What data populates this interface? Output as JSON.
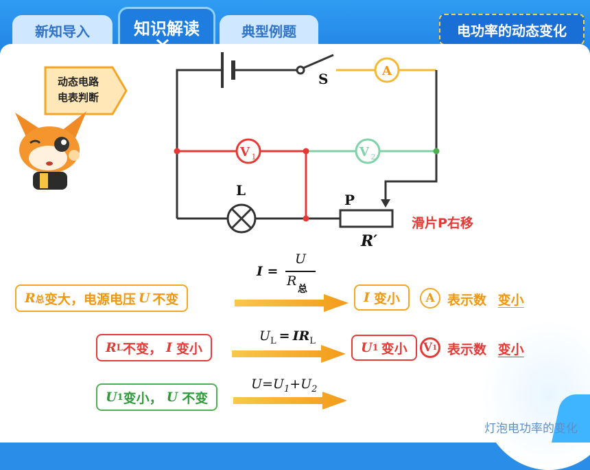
{
  "tabs": [
    {
      "label": "新知导入"
    },
    {
      "label": "知识解读"
    },
    {
      "label": "典型例题"
    }
  ],
  "topic": "电功率的动态变化",
  "sign": {
    "line1": "动态电路",
    "line2": "电表判断"
  },
  "circuit": {
    "switch_label": "S",
    "ammeter": "A",
    "v1": "V",
    "v1_sub": "1",
    "v2": "V",
    "v2_sub": "2",
    "lamp_label": "L",
    "slider_label": "P",
    "rheostat_label": "R′",
    "slider_note": "滑片P右移"
  },
  "rows": [
    {
      "formula": {
        "lhs": "I =",
        "num": "U",
        "den": "R",
        "den_sub": "总"
      },
      "cause": {
        "r": "R",
        "r_sub": "总",
        "rest": "变大，电源电压",
        "var": "U",
        "tail": "不变"
      },
      "result": {
        "var": "I",
        "text": "变小"
      },
      "meter": "A",
      "reading": {
        "text": "表示数",
        "value": "变小"
      }
    },
    {
      "formula": {
        "u": "U",
        "u_sub": "L",
        "eq": "=",
        "ir": "IR",
        "ir_sub": "L"
      },
      "cause": {
        "r": "R",
        "r_sub": "L",
        "rest": "不变，",
        "var": "I",
        "tail": "变小"
      },
      "result": {
        "var": "U",
        "var_sub": "1",
        "text": "变小"
      },
      "meter": "V",
      "meter_sub": "1",
      "reading": {
        "text": "表示数",
        "value": "变小"
      }
    },
    {
      "formula": {
        "text": "U=U",
        "sub1": "1",
        "plus": "+U",
        "sub2": "2"
      },
      "cause": {
        "u": "U",
        "u_sub": "1",
        "rest": "变小，",
        "var": "U",
        "tail": "不变"
      }
    }
  ],
  "footer": "灯泡电功率的变化",
  "colors": {
    "primary_blue": "#2a8ee8",
    "red": "#e53935",
    "green": "#4caf50",
    "orange": "#f5a524",
    "gold_line": "#f5b82e",
    "teal_line": "#7fd1a8"
  }
}
